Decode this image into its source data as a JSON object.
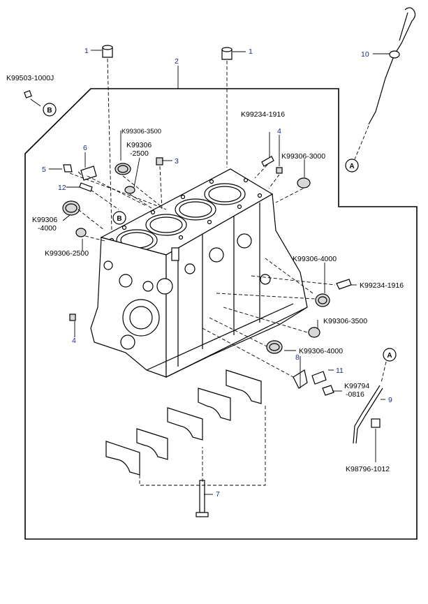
{
  "callouts": {
    "c1a": "1",
    "c1b": "1",
    "c2": "2",
    "c3": "3",
    "c4a": "4",
    "c4b": "4",
    "c5": "5",
    "c6": "6",
    "c7": "7",
    "c8": "8",
    "c9": "9",
    "c10": "10",
    "c11": "11",
    "c12": "12"
  },
  "parts": {
    "p_k99503": "K99503-1000J",
    "p_k99306_3500_top": "K99306-3500",
    "p_k99306_2500_a1": "K99306",
    "p_k99306_2500_a2": "-2500",
    "p_k99234_top": "K99234-1916",
    "p_k99306_3000": "K99306-3000",
    "p_k99306_4000_l1": "K99306",
    "p_k99306_4000_l2": "-4000",
    "p_k99306_2500_b": "K99306-2500",
    "p_k99306_4000_r1": "K99306-4000",
    "p_k99234_right": "K99234-1916",
    "p_k99306_3500_right": "K99306-3500",
    "p_k99306_4000_r2": "K99306-4000",
    "p_k99794_1": "K99794",
    "p_k99794_2": "-0816",
    "p_k98796": "K98796-1012"
  },
  "refs": {
    "b_left": "B",
    "b_block": "B",
    "a_dipstick": "A",
    "a_guide": "A"
  }
}
